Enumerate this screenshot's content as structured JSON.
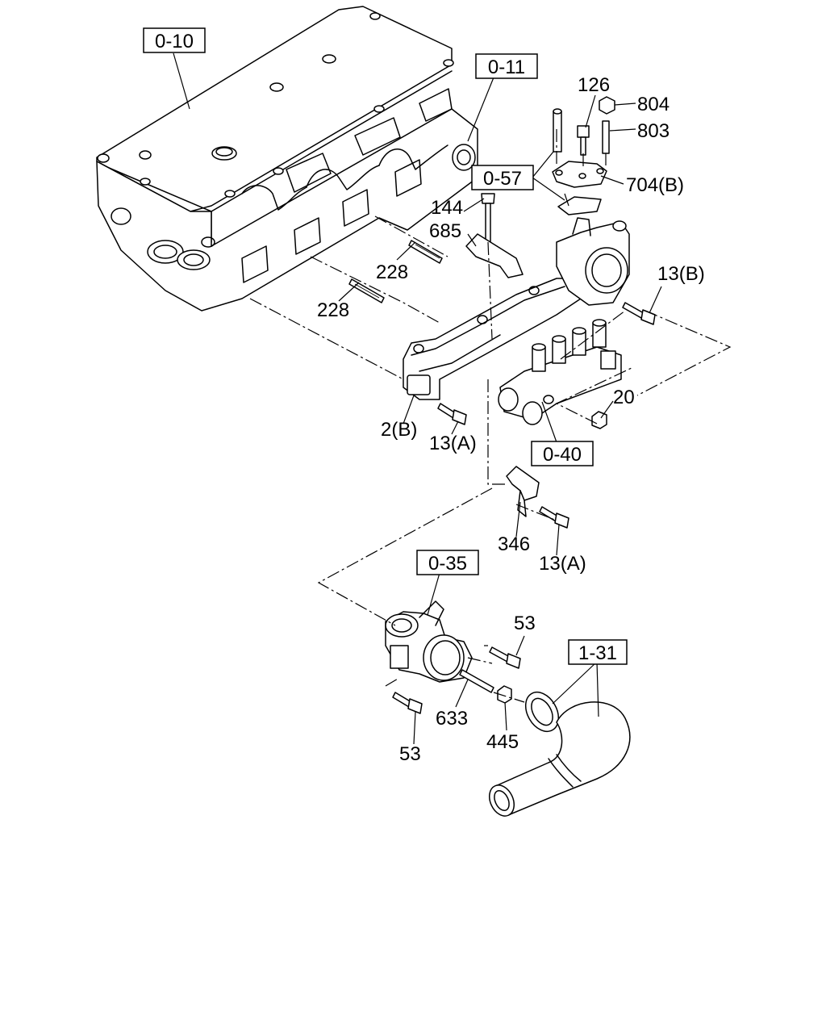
{
  "refs": {
    "r0_10": "0-10",
    "r0_11": "0-11",
    "r0_57": "0-57",
    "r0_40": "0-40",
    "r0_35": "0-35",
    "r1_31": "1-31"
  },
  "parts": {
    "p126": "126",
    "p804": "804",
    "p803": "803",
    "p704b": "704(B)",
    "p144": "144",
    "p685": "685",
    "p228a": "228",
    "p228b": "228",
    "p13b": "13(B)",
    "p20": "20",
    "p2b": "2(B)",
    "p13a_1": "13(A)",
    "p346": "346",
    "p13a_2": "13(A)",
    "p53a": "53",
    "p633": "633",
    "p445": "445",
    "p53b": "53"
  }
}
